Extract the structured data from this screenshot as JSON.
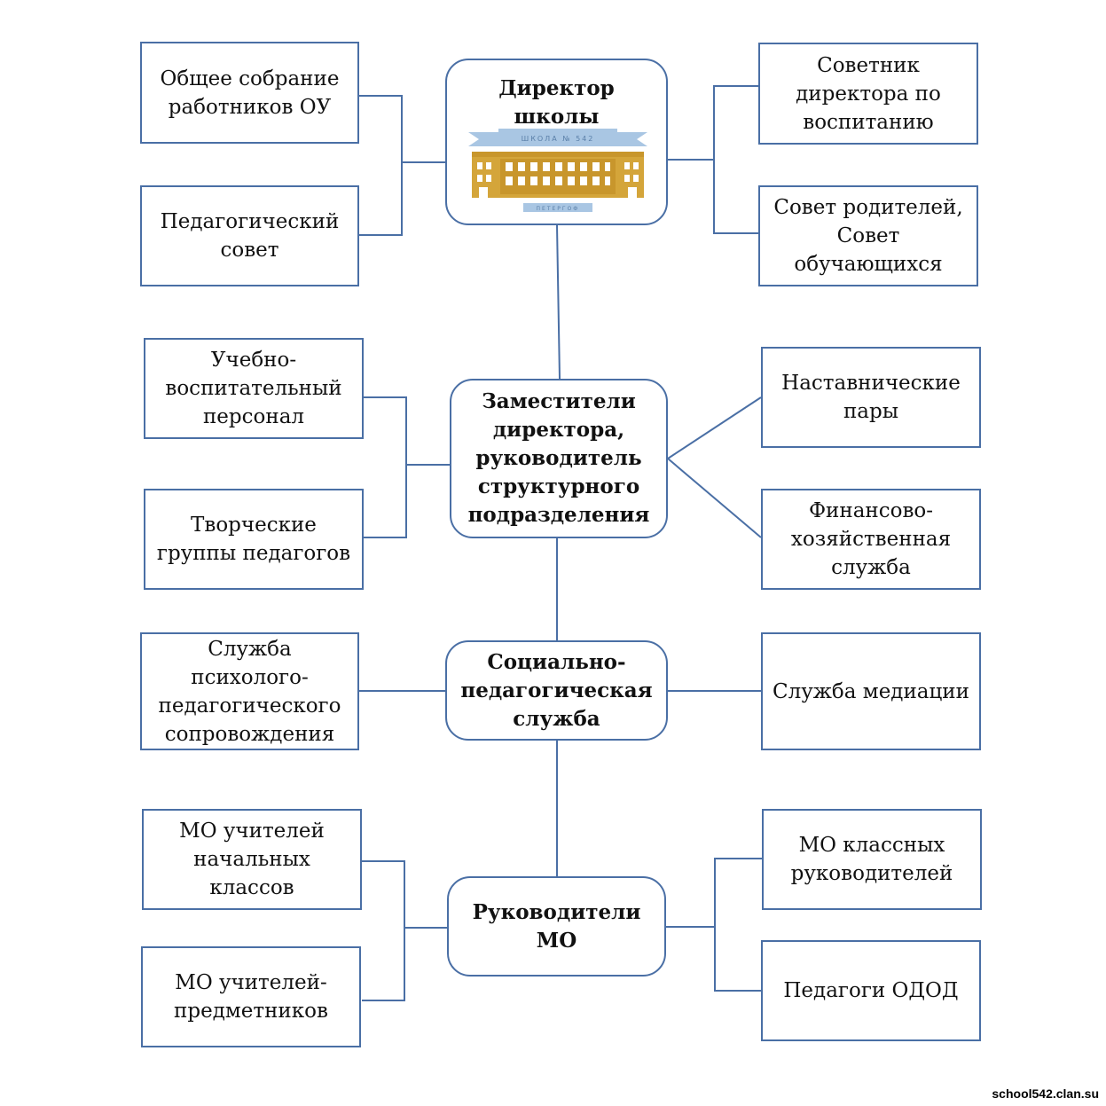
{
  "hubs": {
    "director": "Директор\nшколы",
    "deputies": "Заместители\nдиректора,\nруководитель\nструктурного\nподразделения",
    "social": "Социально-\nпедагогическая\nслужба",
    "mo_heads": "Руководители\nМО"
  },
  "logo": {
    "ribbon_text": "ШКОЛА № 542",
    "plaque_text": "ПЕТЕРГОФ",
    "colors": {
      "ribbon": "#a9c6e3",
      "building": "#d4a53a",
      "windows": "#ffffff"
    }
  },
  "nodes": {
    "general_meeting": "Общее собрание\nработников ОУ",
    "ped_council": "Педагогический\nсовет",
    "advisor": "Советник\nдиректора по\nвоспитанию",
    "parents_council": "Совет родителей,\nСовет\nобучающихся",
    "teaching_staff": "Учебно-\nвоспитательный\nперсонал",
    "creative_groups": "Творческие\nгруппы педагогов",
    "mentor_pairs": "Наставнические\nпары",
    "finance_service": "Финансово-\nхозяйственная\nслужба",
    "psych_service": "Служба\nпсихолого-\nпедагогического\nсопровождения",
    "mediation": "Служба медиации",
    "mo_primary": "МО  учителей\nначальных\nклассов",
    "mo_subject": "МО  учителей-\nпредметников",
    "mo_class": "МО классных\nруководителей",
    "odod": "Педагоги ОДОД"
  },
  "watermark": "school542.clan.su",
  "colors": {
    "border": "#4a6fa5",
    "line": "#4a6fa5"
  }
}
